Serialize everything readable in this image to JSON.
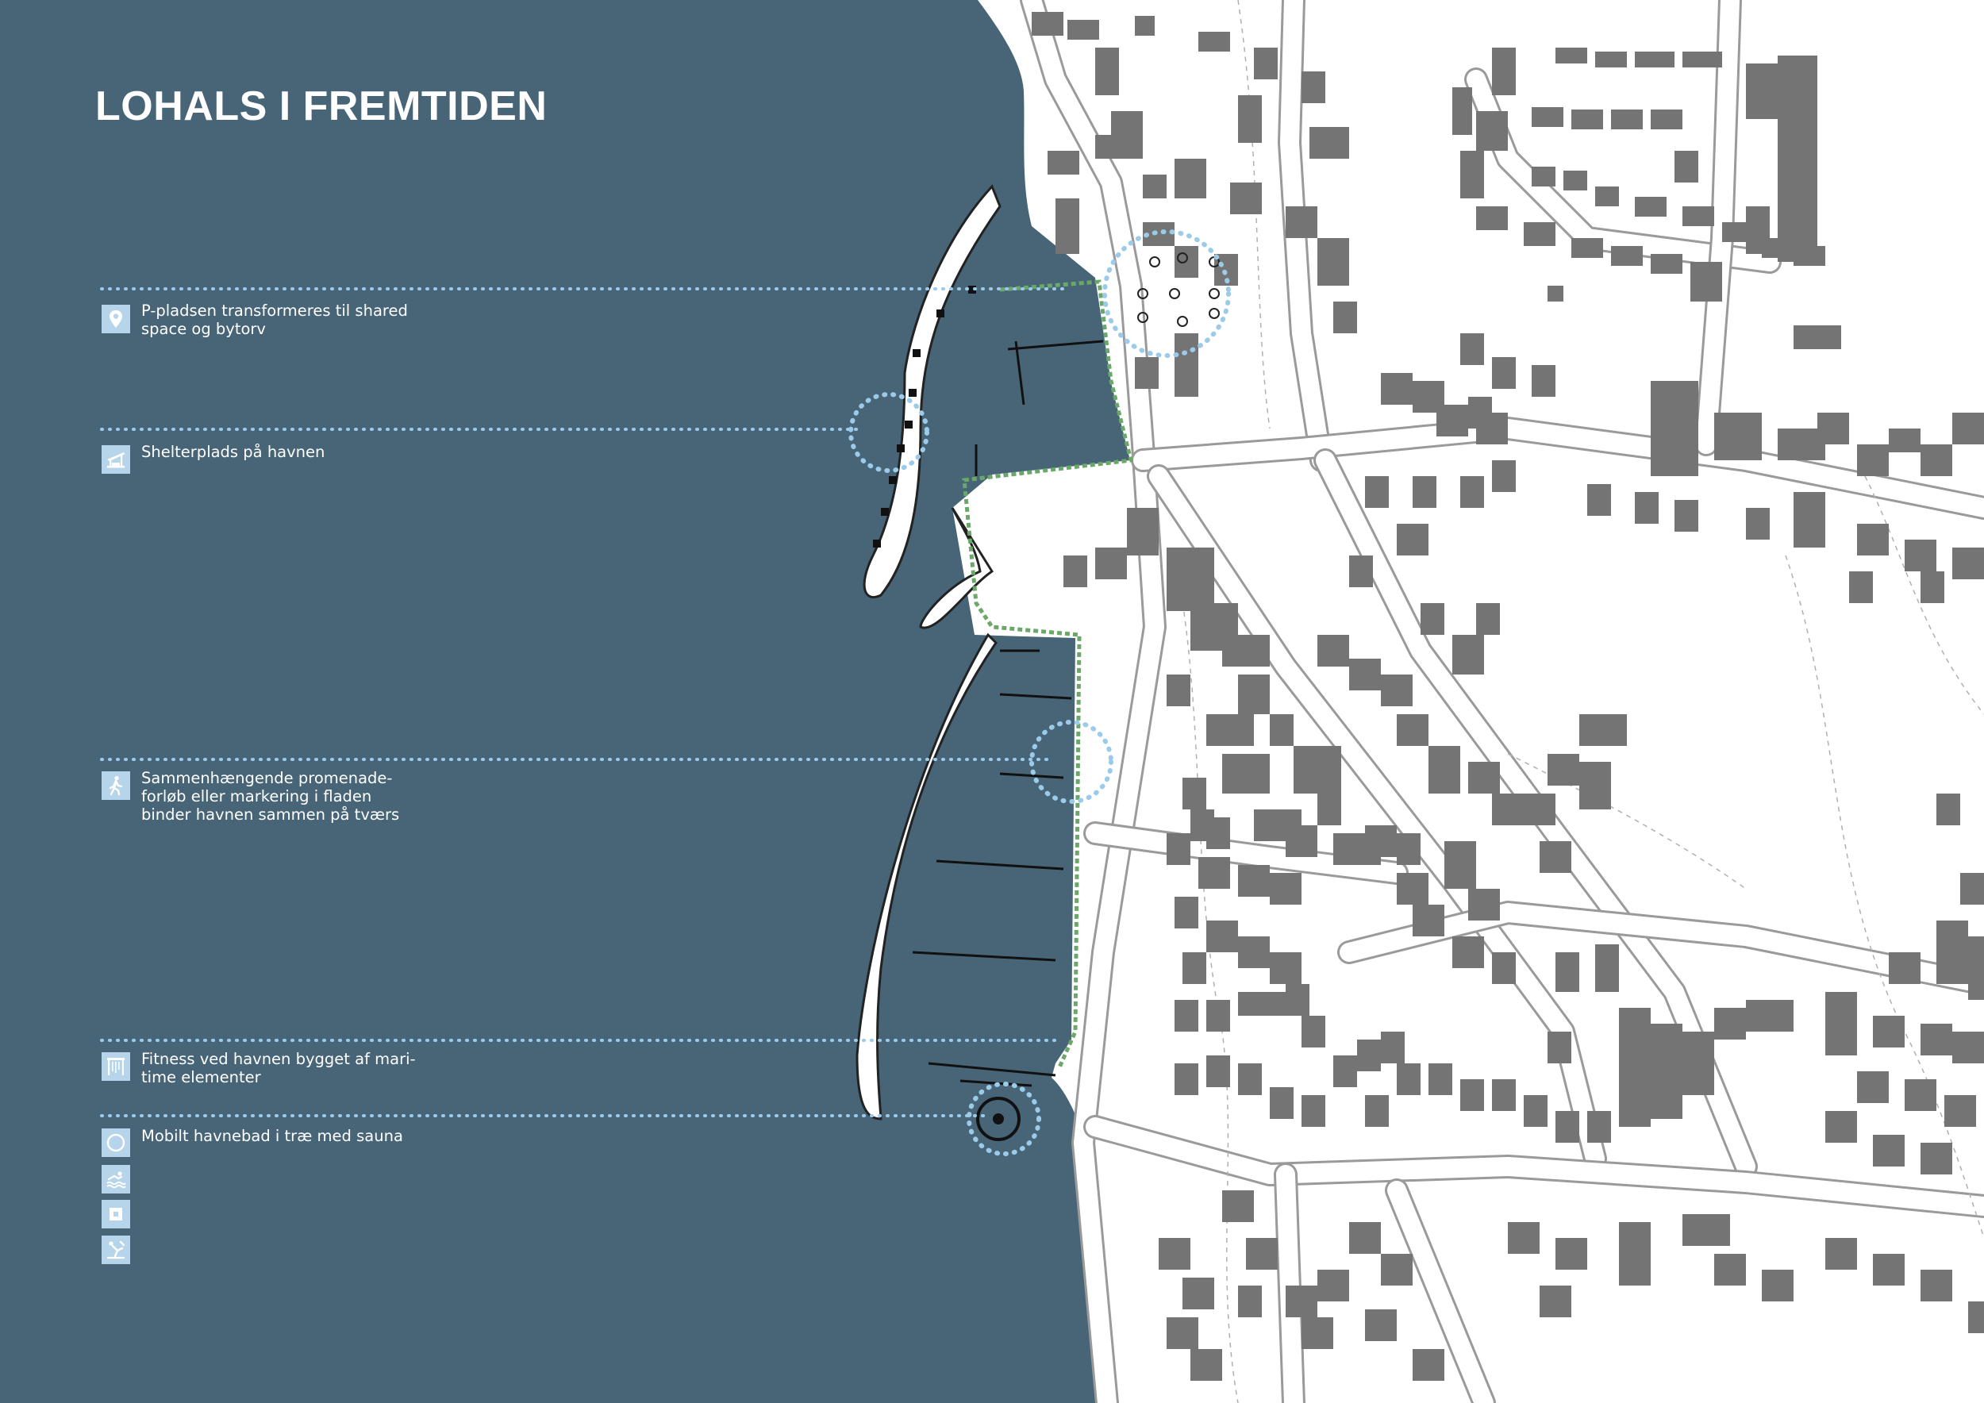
{
  "title": "LOHALS I FREMTIDEN",
  "colors": {
    "water": "#476577",
    "land": "#ffffff",
    "building": "#747474",
    "road": "#9a9a9a",
    "marker": "#9ccbea",
    "promenade": "#6aa86a",
    "pier": "#ffffff"
  },
  "annotations": [
    {
      "icon": "map-pin-icon",
      "text": "P-pladsen transformeres til shared\nspace og bytorv"
    },
    {
      "icon": "shelter-icon",
      "text": "Shelterplads på havnen"
    },
    {
      "icon": "walking-person-icon",
      "text": "Sammenhængende promenade-\nforløb eller markering i fladen\nbinder havnen sammen på tværs"
    },
    {
      "icon": "fitness-icon",
      "text": "Fitness ved havnen bygget af mari-\ntime elementer"
    },
    {
      "icon": "circle-icon",
      "text": "Mobilt havnebad i træ med sauna"
    }
  ],
  "extra_icons": [
    "swimming-icon",
    "sauna-box-icon",
    "diving-icon"
  ]
}
